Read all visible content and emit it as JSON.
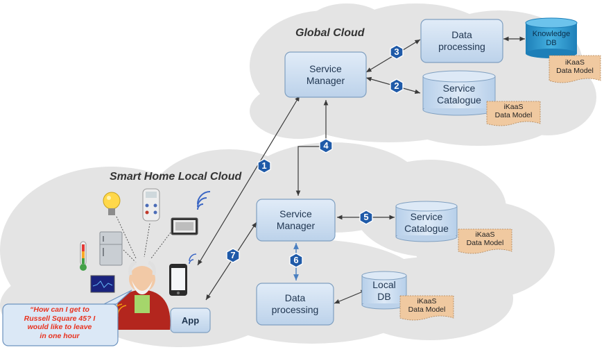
{
  "clouds": {
    "global_title": "Global Cloud",
    "local_title": "Smart Home Local Cloud"
  },
  "global": {
    "service_manager": "Service\nManager",
    "data_processing": "Data\nprocessing",
    "knowledge_db": "Knowledge\nDB",
    "service_catalogue": "Service\nCatalogue"
  },
  "local": {
    "service_manager": "Service\nManager",
    "service_catalogue": "Service\nCatalogue",
    "data_processing": "Data\nprocessing",
    "local_db": "Local\nDB",
    "app": "App"
  },
  "data_model_tag": "iKaaS\nData Model",
  "steps": [
    "1",
    "2",
    "3",
    "4",
    "5",
    "6",
    "7"
  ],
  "user_quote": "“How can I get to\nRussell Square 45? I\nwould like to leave\nin one hour",
  "colors": {
    "box_fill": "#c9dcef",
    "box_stroke": "#7f9fc0",
    "cylinder_fill": "#c9dcef",
    "knowledge_db_fill": "#2e9ad0",
    "badge_fill": "#1f5aa8",
    "tag_fill": "#f0c9a0",
    "cloud_fill": "#e6e6e6",
    "quote_text": "#e8321f"
  },
  "icons": [
    "light-bulb-icon",
    "thermostat-remote-icon",
    "wireless-signal-icon",
    "tablet-meter-icon",
    "fridge-icon",
    "thermometer-icon",
    "monitor-icon",
    "smartphone-icon",
    "elderly-user-icon"
  ]
}
